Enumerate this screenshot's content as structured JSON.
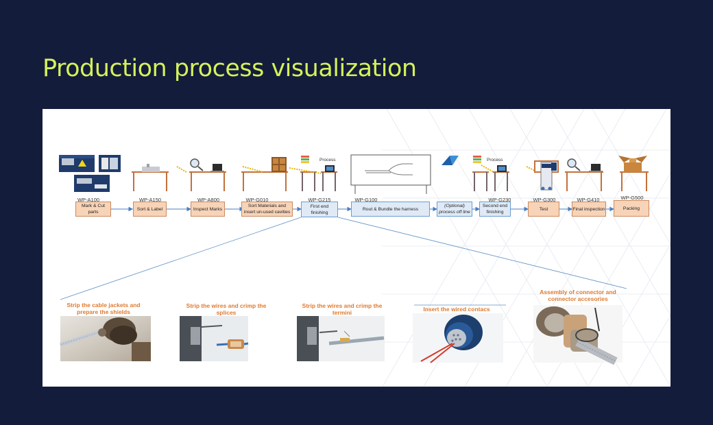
{
  "slide": {
    "title": "Production process visualization"
  },
  "process_labels": [
    "Process",
    "Process"
  ],
  "stations": [
    {
      "code": "WP-A100",
      "label": "Mark & Cut parts",
      "style": "orange"
    },
    {
      "code": "WP-A150",
      "label": "Sort & Label",
      "style": "orange"
    },
    {
      "code": "WP-A800",
      "label": "Inspect Marks",
      "style": "orange"
    },
    {
      "code": "WP-G010",
      "label": "Sort Materials and insert un-used cavities",
      "style": "orange"
    },
    {
      "code": "WP-G215",
      "label": "First end finishing",
      "style": "blue"
    },
    {
      "code": "WP-G100",
      "label": "Rout & Bundle the harness",
      "style": "blue"
    },
    {
      "code": "",
      "label": "(Optional) process off line",
      "style": "blue"
    },
    {
      "code": "WP-G230",
      "label": "Second end finishing",
      "style": "blue"
    },
    {
      "code": "WP-G300",
      "label": "Test",
      "style": "orange"
    },
    {
      "code": "WP-G410",
      "label": "Final inspection",
      "style": "orange"
    },
    {
      "code": "WP-G500",
      "label": "Packing",
      "style": "orange"
    }
  ],
  "detail_steps": [
    {
      "caption": "Strip the cable jackets and prepare the shields"
    },
    {
      "caption": "Strip the wires and crimp the splices"
    },
    {
      "caption": "Strip the wires and crimp the termini"
    },
    {
      "caption": "Insert the wired contacs"
    },
    {
      "caption": "Assembly of connector and connector accesories"
    }
  ],
  "colors": {
    "background": "#141c3c",
    "title": "#d4f25a",
    "caption": "#e07a2e",
    "box_orange": "#f7d3b8",
    "box_blue": "#dfeaf6",
    "connector": "#4a7fc0"
  }
}
